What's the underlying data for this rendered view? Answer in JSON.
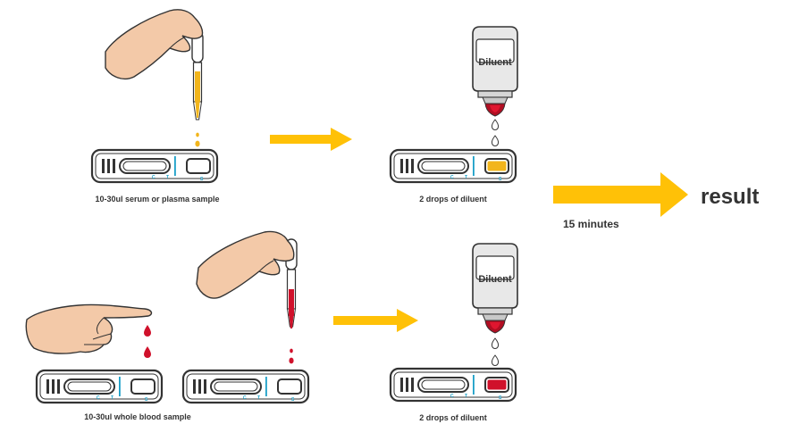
{
  "captions": {
    "serum_step": "10-30ul serum or plasma sample",
    "diluent_top": "2 drops of diluent",
    "blood_step": "10-30ul whole blood sample",
    "diluent_bottom": "2 drops of diluent"
  },
  "bottle_label": "Diluent",
  "result_label": "result",
  "wait_time": "15 minutes",
  "cassette_markings": {
    "control": "C",
    "test": "T",
    "sample": "S"
  },
  "colors": {
    "arrow": "#FFC107",
    "serum": "#F2B51C",
    "blood": "#D0112B",
    "teal": "#1BA0C8",
    "skin": "#F3C9A8"
  }
}
